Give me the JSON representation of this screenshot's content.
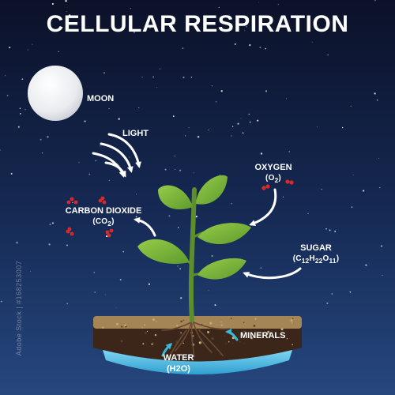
{
  "title": "CELLULAR RESPIRATION",
  "labels": {
    "moon": "MOON",
    "light": "LIGHT",
    "oxygen": "OXYGEN",
    "carbon_dioxide": "CARBON DIOXIDE",
    "sugar": "SUGAR",
    "minerals": "MINERALS",
    "water": "WATER",
    "water_formula": "(H2O)"
  },
  "formulas": {
    "oxygen": {
      "prefix": "(",
      "element": "O",
      "sub": "2",
      "suffix": ")"
    },
    "carbon_dioxide": {
      "prefix": "(",
      "element": "CO",
      "sub": "2",
      "suffix": ")"
    },
    "sugar": {
      "prefix": "(",
      "parts": [
        {
          "el": "C",
          "sub": "12"
        },
        {
          "el": "H",
          "sub": "22"
        },
        {
          "el": "O",
          "sub": "11"
        }
      ],
      "suffix": ")"
    }
  },
  "watermark": "Adobe Stock | #168253007",
  "colors": {
    "sky_top": "#0b1128",
    "sky_bottom": "#26477e",
    "arrow_white": "#ffffff",
    "arrow_cyan": "#3ab8d8",
    "leaf": "#7ab83a",
    "molecule_red": "#d82a2a"
  }
}
